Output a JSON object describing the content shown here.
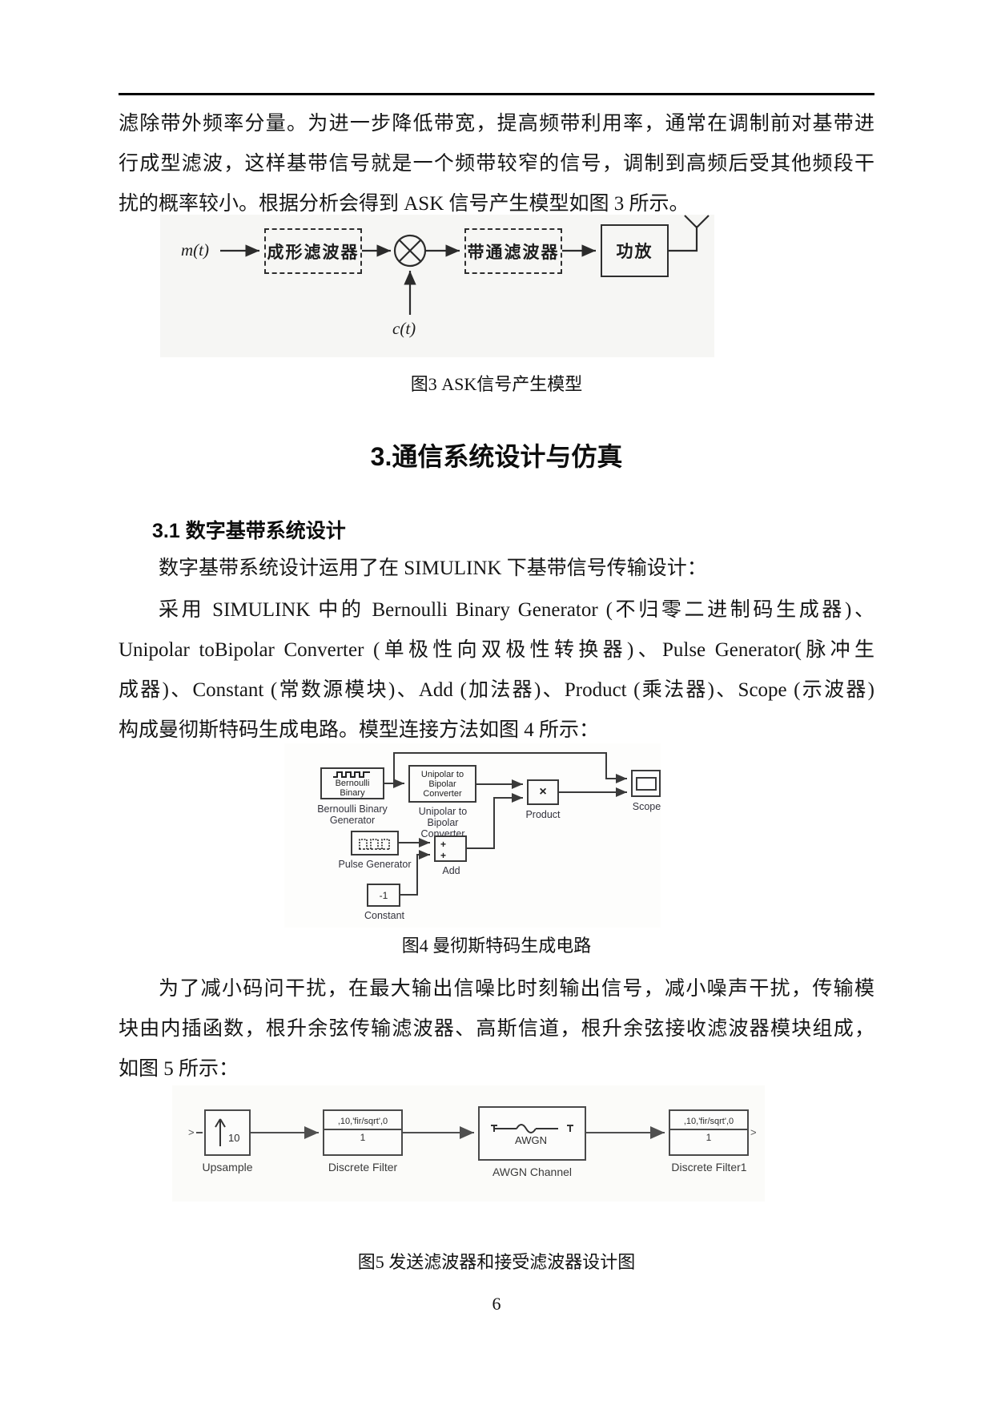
{
  "colors": {
    "ink": "#161616",
    "diagram_stroke": "#3a3a3a",
    "fig_bg": "#f6f6f4"
  },
  "page": {
    "number": "6"
  },
  "para1": {
    "lines": [
      "滤除带外频率分量。为进一步降低带宽，提高频带利用率，通常在调制前对基带进",
      "行成型滤波，这样基带信号就是一个频带较窄的信号，调制到高频后受其他频段干",
      "扰的概率较小。根据分析会得到 ASK 信号产生模型如图 3 所示。"
    ]
  },
  "fig3": {
    "input_label": "m(t)",
    "carrier_label": "c(t)",
    "shaping_filter": "成形滤波器",
    "bandpass_filter": "带通滤波器",
    "amplifier": "功放",
    "caption": "图3 ASK信号产生模型"
  },
  "section": {
    "title": "3.通信系统设计与仿真",
    "subtitle": "3.1 数字基带系统设计"
  },
  "para2": {
    "lines": [
      "数字基带系统设计运用了在 SIMULINK 下基带信号传输设计："
    ]
  },
  "para3": {
    "lines": [
      "采用 SIMULINK 中的 Bernoulli Binary Generator (不归零二进制码生成器)、",
      "Unipolar toBipolar Converter (单极性向双极性转换器)、Pulse Generator(脉冲生",
      "成器)、Constant (常数源模块)、Add (加法器)、Product (乘法器)、Scope (示波器)",
      "构成曼彻斯特码生成电路。模型连接方法如图 4 所示："
    ]
  },
  "fig4": {
    "bernoulli_text": "Bernoulli Binary",
    "bernoulli_label": "Bernoulli Binary Generator",
    "unipolar_text": "Unipolar to Bipolar Converter",
    "unipolar_label": "Unipolar to Bipolar Converter",
    "product_symbol": "×",
    "product_label": "Product",
    "scope_label": "Scope",
    "pulse_label": "Pulse Generator",
    "add_label": "Add",
    "plus": "+",
    "constant_value": "-1",
    "constant_label": "Constant",
    "caption": "图4  曼彻斯特码生成电路"
  },
  "para4": {
    "lines": [
      "为了减小码问干扰，在最大输出信噪比时刻输出信号，减小噪声干扰，传输模",
      "块由内插函数，根升余弦传输滤波器、高斯信道，根升余弦接收滤波器模块组成，",
      "如图 5 所示："
    ]
  },
  "fig5": {
    "input_port": ">",
    "output_port": ">",
    "upsample_value": "10",
    "upsample_label": "Upsample",
    "filter1_num": ",10,'fir/sqrt',0",
    "filter1_den": "1",
    "filter1_label": "Discrete Filter",
    "awgn_text": "AWGN",
    "awgn_label": "AWGN Channel",
    "filter2_num": ",10,'fir/sqrt',0",
    "filter2_den": "1",
    "filter2_label": "Discrete Filter1",
    "caption": "图5  发送滤波器和接受滤波器设计图"
  }
}
